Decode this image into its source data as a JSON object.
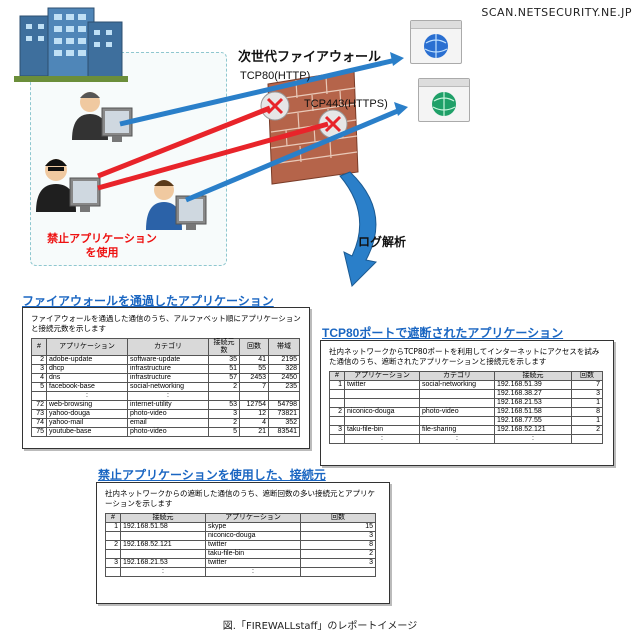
{
  "site": "SCAN.NETSECURITY.NE.JP",
  "firewall_title": "次世代ファイアウォール",
  "port_http": "TCP80(HTTP)",
  "port_https": "TCP443(HTTPS)",
  "banned_app_line1": "禁止アプリケーション",
  "banned_app_line2": "を使用",
  "log_analysis": "ログ解析",
  "report1": {
    "title": "ファイアウォールを通過したアプリケーション",
    "desc": "ファイアウォールを通過した通信のうち、アルファベット順にアプリケーションと接続元数を示します",
    "headers": [
      "#",
      "アプリケーション",
      "カテゴリ",
      "接続元数",
      "回数",
      "帯域"
    ],
    "rows": [
      [
        "2",
        "adobe-update",
        "software-update",
        "35",
        "41",
        "2195"
      ],
      [
        "3",
        "dhcp",
        "infrastructure",
        "51",
        "55",
        "328"
      ],
      [
        "4",
        "dns",
        "infrastructure",
        "57",
        "2453",
        "2450"
      ],
      [
        "5",
        "facebook-base",
        "social-networking",
        "2",
        "7",
        "235"
      ],
      [
        "",
        ":",
        ":",
        "",
        "",
        ""
      ],
      [
        "72",
        "web-browsing",
        "internet-utility",
        "53",
        "12754",
        "54798"
      ],
      [
        "73",
        "yahoo-douga",
        "photo-video",
        "3",
        "12",
        "73821"
      ],
      [
        "74",
        "yahoo-mail",
        "email",
        "2",
        "4",
        "352"
      ],
      [
        "75",
        "youtube-base",
        "photo-video",
        "5",
        "21",
        "83541"
      ]
    ]
  },
  "report2": {
    "title": "TCP80ポートで遮断されたアプリケーション",
    "desc": "社内ネットワークからTCP80ポートを利用してインターネットにアクセスを試みた通信のうち、遮断されたアプリケーションと接続元を示します",
    "headers": [
      "#",
      "アプリケーション",
      "カテゴリ",
      "接続元",
      "回数"
    ],
    "rows": [
      [
        "1",
        "twitter",
        "social-networking",
        "192.168.51.39",
        "7"
      ],
      [
        "",
        "",
        "",
        "192.168.38.27",
        "3"
      ],
      [
        "",
        "",
        "",
        "192.168.21.53",
        "1"
      ],
      [
        "2",
        "niconico-douga",
        "photo-video",
        "192.168.51.58",
        "8"
      ],
      [
        "",
        "",
        "",
        "192.168.77.55",
        "1"
      ],
      [
        "3",
        "taku-file-bin",
        "file-sharing",
        "192.168.52.121",
        "2"
      ],
      [
        "",
        ":",
        ":",
        ":",
        ""
      ]
    ]
  },
  "report3": {
    "title": "禁止アプリケーションを使用した、接続元",
    "desc": "社内ネットワークからの遮断した通信のうち、遮断回数の多い接続元とアプリケーションを示します",
    "headers": [
      "#",
      "接続元",
      "アプリケーション",
      "回数"
    ],
    "rows": [
      [
        "1",
        "192.168.51.58",
        "skype",
        "15"
      ],
      [
        "",
        "",
        "niconico-douga",
        "3"
      ],
      [
        "2",
        "192.168.52.121",
        "twitter",
        "8"
      ],
      [
        "",
        "",
        "taku-file-bin",
        "2"
      ],
      [
        "3",
        "192.168.21.53",
        "twitter",
        "3"
      ],
      [
        "",
        ":",
        ":",
        ""
      ]
    ]
  },
  "caption": "図.「FIREWALLstaff」のレポートイメージ",
  "colors": {
    "arrow_allowed": "#2a7fc9",
    "arrow_blocked": "#e8242a",
    "title_blue": "#1a66c2",
    "brick": "#b5644a"
  }
}
